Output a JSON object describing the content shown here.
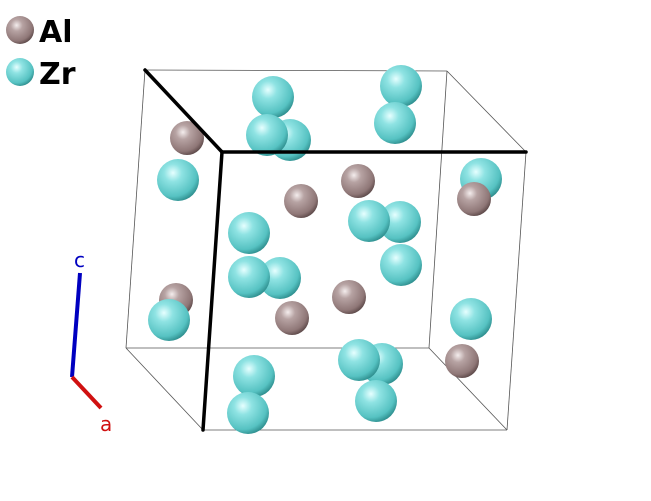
{
  "legend": [
    {
      "symbol": "Al",
      "color": "#9c8585"
    },
    {
      "symbol": "Zr",
      "color": "#5cd0d0"
    }
  ],
  "axes": {
    "c": {
      "label": "c",
      "color": "#0000c0"
    },
    "a": {
      "label": "a",
      "color": "#d01010"
    }
  },
  "atoms": [
    {
      "el": "Zr"
    },
    {
      "el": "Zr"
    },
    {
      "el": "Zr"
    },
    {
      "el": "Al"
    },
    {
      "el": "Zr"
    },
    {
      "el": "Zr"
    },
    {
      "el": "Zr"
    },
    {
      "el": "Zr"
    },
    {
      "el": "Al"
    },
    {
      "el": "Al"
    },
    {
      "el": "Zr"
    },
    {
      "el": "Al"
    },
    {
      "el": "Zr"
    },
    {
      "el": "Zr"
    },
    {
      "el": "Zr"
    },
    {
      "el": "Zr"
    },
    {
      "el": "Zr"
    },
    {
      "el": "Zr"
    },
    {
      "el": "Al"
    },
    {
      "el": "Zr"
    },
    {
      "el": "Al"
    },
    {
      "el": "Al"
    },
    {
      "el": "Zr"
    },
    {
      "el": "Al"
    },
    {
      "el": "Zr"
    },
    {
      "el": "Zr"
    },
    {
      "el": "Zr"
    },
    {
      "el": "Zr"
    },
    {
      "el": "Zr"
    }
  ]
}
